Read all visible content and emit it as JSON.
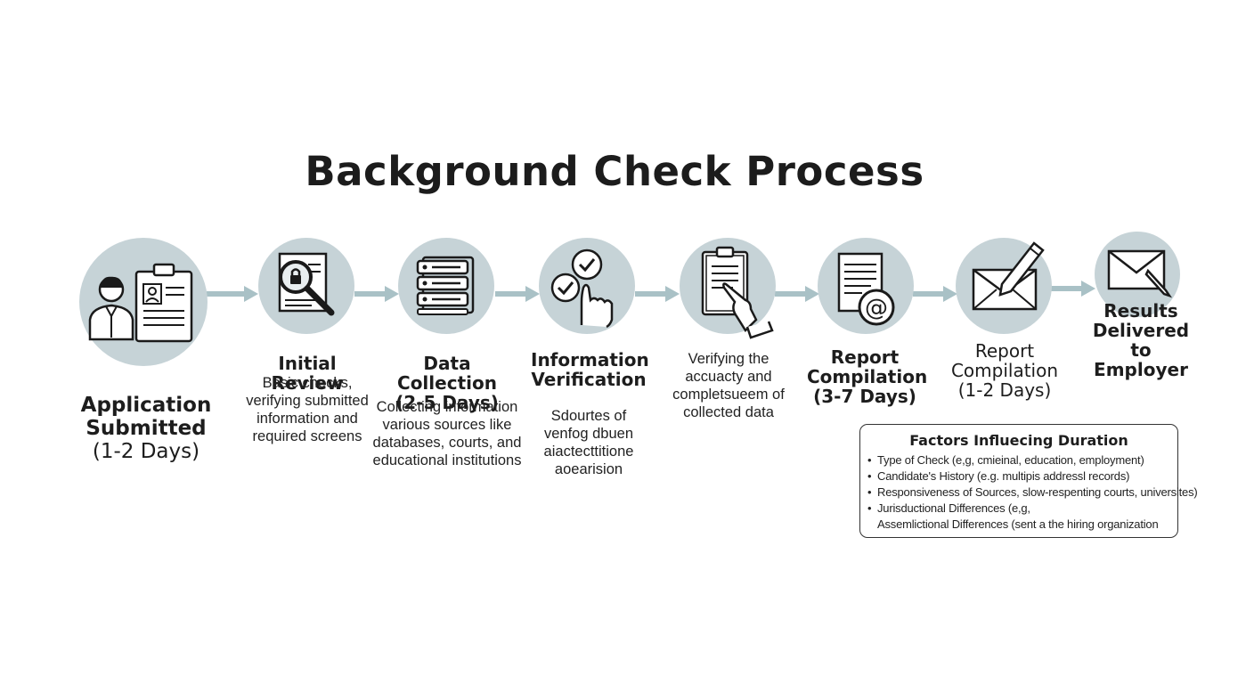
{
  "title": "Background Check Process",
  "colors": {
    "circle": "#c6d3d7",
    "arrow": "#a9c1c6",
    "ink": "#1a1a1a"
  },
  "steps": [
    {
      "title_lines": [
        "Application",
        "Submitted"
      ],
      "duration": "(1-2 Days)",
      "description": [],
      "icon": "applicant-id-card-icon"
    },
    {
      "title_lines": [
        "Initial Review"
      ],
      "duration": "",
      "description": [
        "Basic checks,",
        "verifying submitted",
        "information and",
        "required screens"
      ],
      "icon": "document-magnifier-icon"
    },
    {
      "title_lines": [
        "Data Collection"
      ],
      "duration": "(2-5 Days)",
      "description": [
        "Collecting information",
        "various sources like",
        "databases, courts, and",
        "educational institutions"
      ],
      "icon": "database-servers-icon"
    },
    {
      "title_lines": [
        "Information",
        "Verification"
      ],
      "duration": "",
      "description": [
        "Sdourtes of",
        "venfog dbuen",
        "aiactecttitione",
        "aoearision"
      ],
      "icon": "hand-checkmarks-icon"
    },
    {
      "title_lines": [],
      "duration": "",
      "description": [
        "Verifying the",
        "accuacty and",
        "completsueem of",
        "collected data"
      ],
      "icon": "clipboard-hand-icon"
    },
    {
      "title_lines": [
        "Report",
        "Compilation"
      ],
      "duration": "(3-7 Days)",
      "description": [],
      "icon": "document-at-icon"
    },
    {
      "title_lines": [
        "Report",
        "Compilation"
      ],
      "duration": "(1-2 Days)",
      "description": [],
      "icon": "envelope-pencil-icon"
    },
    {
      "title_lines": [
        "Results",
        "Delivered to",
        "Employer"
      ],
      "duration": "",
      "description": [],
      "icon": "envelope-pen-icon"
    }
  ],
  "factors": {
    "heading": "Factors Influecing Duration",
    "items": [
      "Type of Check (e,g, cmieinal, education, employment)",
      "Candidate's History (e.g. multipis addressl records)",
      "Responsiveness of Sources, slow-respenting courts, universites)",
      "Jurisductional Differences (e,g,"
    ],
    "continuation": "Assemlictional Differences (sent a the hiring organization",
    "bullet": "•"
  }
}
